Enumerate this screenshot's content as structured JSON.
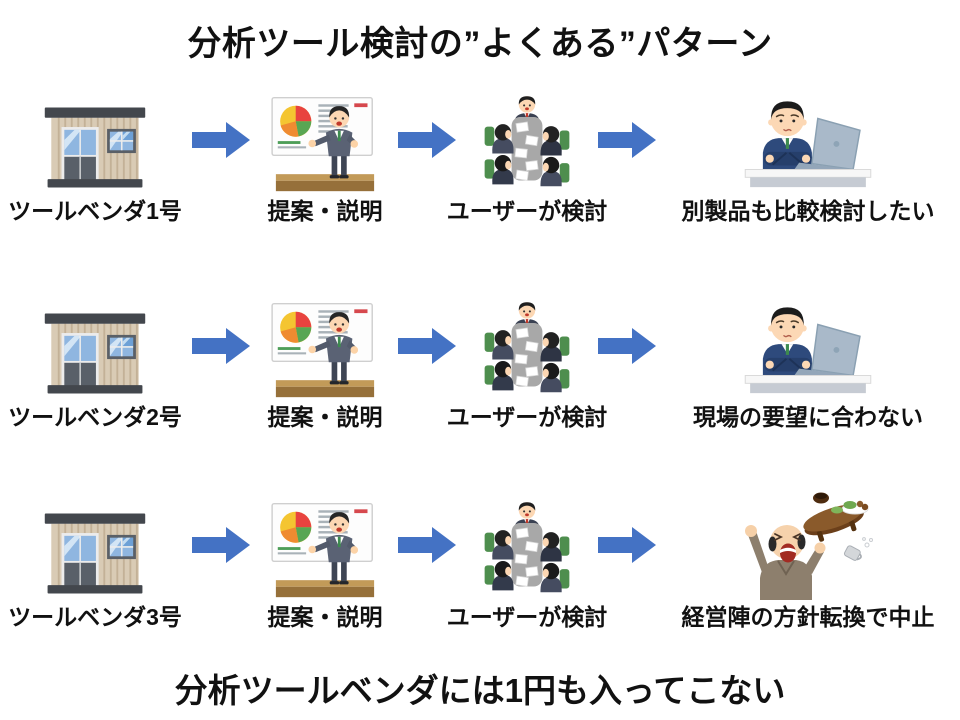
{
  "page": {
    "title": "分析ツール検討の”よくある”パターン",
    "footer": "分析ツールベンダには1円も入ってこない",
    "background_color": "#ffffff",
    "text_color": "#111111"
  },
  "arrow": {
    "shape": "right-block-arrow",
    "color": "#4472c4"
  },
  "icons": {
    "vendor": "prefab-office-building",
    "proposal": "businessman-presenting-pie-chart-board",
    "review": "team-meeting-around-table",
    "outcome_row1": "troubled-man-at-laptop",
    "outcome_row2": "troubled-man-at-laptop",
    "outcome_row3": "angry-man-flipping-table"
  },
  "rows": [
    {
      "vendor": "ツールベンダ1号",
      "proposal": "提案・説明",
      "review": "ユーザーが検討",
      "outcome": "別製品も比較検討したい",
      "outcome_icon": "troubled-man-at-laptop"
    },
    {
      "vendor": "ツールベンダ2号",
      "proposal": "提案・説明",
      "review": "ユーザーが検討",
      "outcome": "現場の要望に合わない",
      "outcome_icon": "troubled-man-at-laptop"
    },
    {
      "vendor": "ツールベンダ3号",
      "proposal": "提案・説明",
      "review": "ユーザーが検討",
      "outcome": "経営陣の方針転換で中止",
      "outcome_icon": "angry-man-flipping-table"
    }
  ]
}
